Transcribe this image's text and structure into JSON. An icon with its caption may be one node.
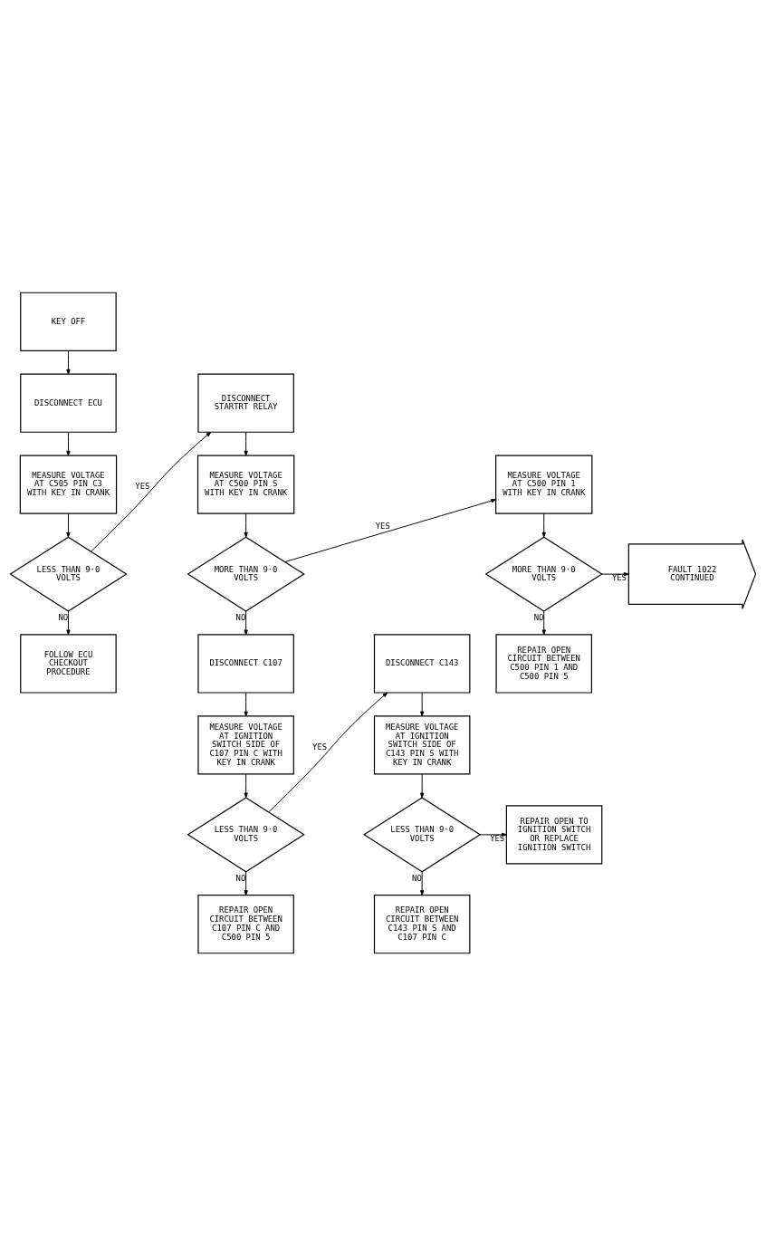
{
  "diagram": {
    "nodes": [
      {
        "text": [
          "KEY OFF"
        ]
      },
      {
        "text": [
          "DISCONNECT ECU"
        ]
      },
      {
        "text": [
          "MEASURE VOLTAGE AT C505 PIN C3 WITH KEY IN CRANK"
        ]
      },
      {
        "text": [
          "LESS THAN 9·0 VOLTS"
        ]
      },
      {
        "text": [
          "FOLLOW ECU CHECKOUT PROCEDURE"
        ]
      },
      {
        "text": [
          "DISCONNECT STARTRT RELAY"
        ]
      },
      {
        "text": [
          "MEASURE VOLTAGE AT C500 PIN S WITH KEY IN CRANK"
        ]
      },
      {
        "text": [
          "MORE THAN 9·0 VOLTS"
        ]
      },
      {
        "text": [
          "MEASURE VOLTAGE AT C500 PIN 1 WITH KEY IN CRANK"
        ]
      },
      {
        "text": [
          "MORE THAN 9·0 VOLTS"
        ]
      },
      {
        "text": [
          "FAULT 1022 CONTINUED"
        ]
      },
      {
        "text": [
          "REPAIR OPEN CIRCUIT BETWEEN C500 PIN 1 AND C500 PIN 5"
        ]
      },
      {
        "text": [
          "DISCONNECT C107"
        ]
      },
      {
        "text": [
          "MEASURE VOLTAGE AT IGNITION SWITCH SIDE OF C107 PIN C WITH KEY IN CRANK"
        ]
      },
      {
        "text": [
          "LESS THAN 9·0 VOLTS"
        ]
      },
      {
        "text": [
          "REPAIR OPEN CIRCUIT BETWEEN C107 PIN C AND C500 PIN 5"
        ]
      },
      {
        "text": [
          "DISCONNECT C143"
        ]
      },
      {
        "text": [
          "MEASURE VOLTAGE AT IGNITION SWITCH SIDE OF C143 PIN S WITH KEY IN CRANK"
        ]
      },
      {
        "text": [
          "LESS THAN 9·0 VOLTS"
        ]
      },
      {
        "text": [
          "REPAIR OPEN TO IGNITION SWITCH OR REPLACE IGNITION SWITCH"
        ]
      },
      {
        "text": [
          "REPAIR OPEN CIRCUIT BETWEEN C143 PIN S AND C107 PIN C"
        ]
      }
    ],
    "edges": [
      {
        "from": 0,
        "to": 1,
        "arrow": "to"
      },
      {
        "from": 1,
        "to": 2,
        "arrow": "to"
      },
      {
        "from": 2,
        "to": 3,
        "arrow": "to"
      },
      {
        "from": 3,
        "to": 5,
        "arrow": "to",
        "label": "YES"
      },
      {
        "from": 3,
        "to": 4,
        "arrow": "to",
        "label": "NO"
      },
      {
        "from": 5,
        "to": 6,
        "arrow": "to"
      },
      {
        "from": 6,
        "to": 7,
        "arrow": "to"
      },
      {
        "from": 7,
        "to": 8,
        "arrow": "to",
        "label": "YES"
      },
      {
        "from": 7,
        "to": 12,
        "arrow": "to",
        "label": "NO"
      },
      {
        "from": 8,
        "to": 9,
        "arrow": "to"
      },
      {
        "from": 9,
        "to": 10,
        "arrow": "to",
        "label": "YES"
      },
      {
        "from": 9,
        "to": 11,
        "arrow": "to",
        "label": "NO"
      },
      {
        "from": 12,
        "to": 13,
        "arrow": "to"
      },
      {
        "from": 13,
        "to": 14,
        "arrow": "to"
      },
      {
        "from": 14,
        "to": 16,
        "arrow": "to",
        "label": "YES"
      },
      {
        "from": 14,
        "to": 15,
        "arrow": "to",
        "label": "NO"
      },
      {
        "from": 16,
        "to": 17,
        "arrow": "to"
      },
      {
        "from": 17,
        "to": 18,
        "arrow": "to"
      },
      {
        "from": 18,
        "to": 19,
        "arrow": "to",
        "label": "YES"
      },
      {
        "from": 18,
        "to": 20,
        "arrow": "to",
        "label": "NO"
      }
    ]
  }
}
